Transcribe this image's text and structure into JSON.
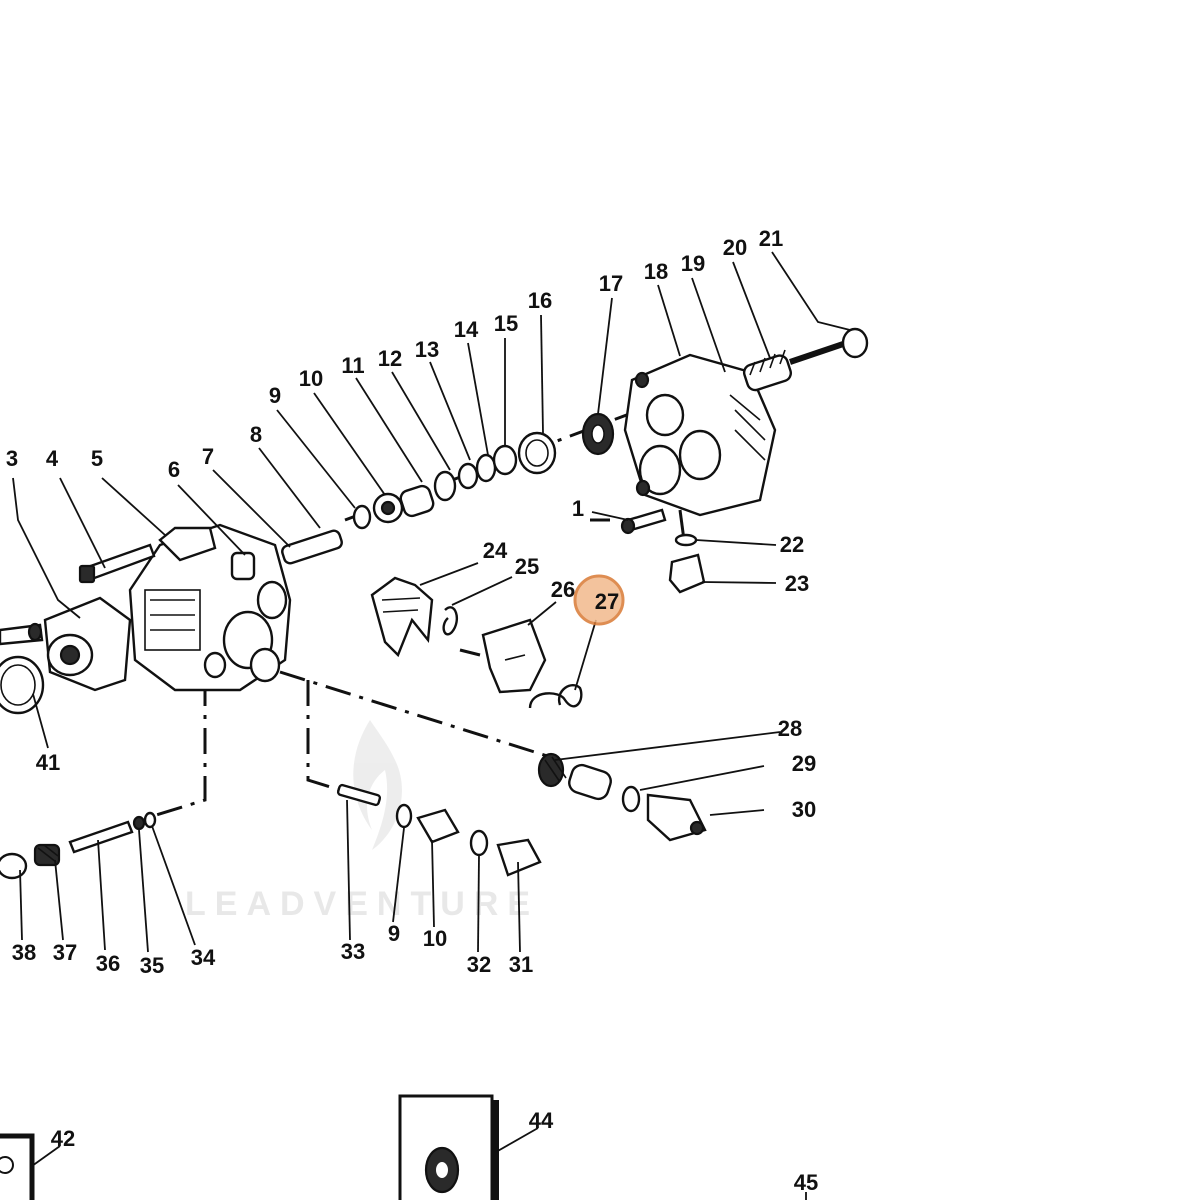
{
  "watermark": {
    "text": "LEADVENTURE"
  },
  "highlight": {
    "label": "27"
  },
  "callouts": {
    "p1": "1",
    "p3": "3",
    "p4": "4",
    "p5": "5",
    "p6": "6",
    "p7": "7",
    "p8": "8",
    "p9a": "9",
    "p10a": "10",
    "p11": "11",
    "p12": "12",
    "p13": "13",
    "p14": "14",
    "p15": "15",
    "p16": "16",
    "p17": "17",
    "p18": "18",
    "p19": "19",
    "p20": "20",
    "p21": "21",
    "p22": "22",
    "p23": "23",
    "p24": "24",
    "p25": "25",
    "p26": "26",
    "p28": "28",
    "p29": "29",
    "p30": "30",
    "p31": "31",
    "p32": "32",
    "p33": "33",
    "p9b": "9",
    "p10b": "10",
    "p34": "34",
    "p35": "35",
    "p36": "36",
    "p37": "37",
    "p38": "38",
    "p41": "41",
    "p42": "42",
    "p44": "44",
    "p45": "45"
  },
  "colors": {
    "highlight_fill": "#f2b98c",
    "highlight_stroke": "#d97a35",
    "ink": "#111111"
  }
}
